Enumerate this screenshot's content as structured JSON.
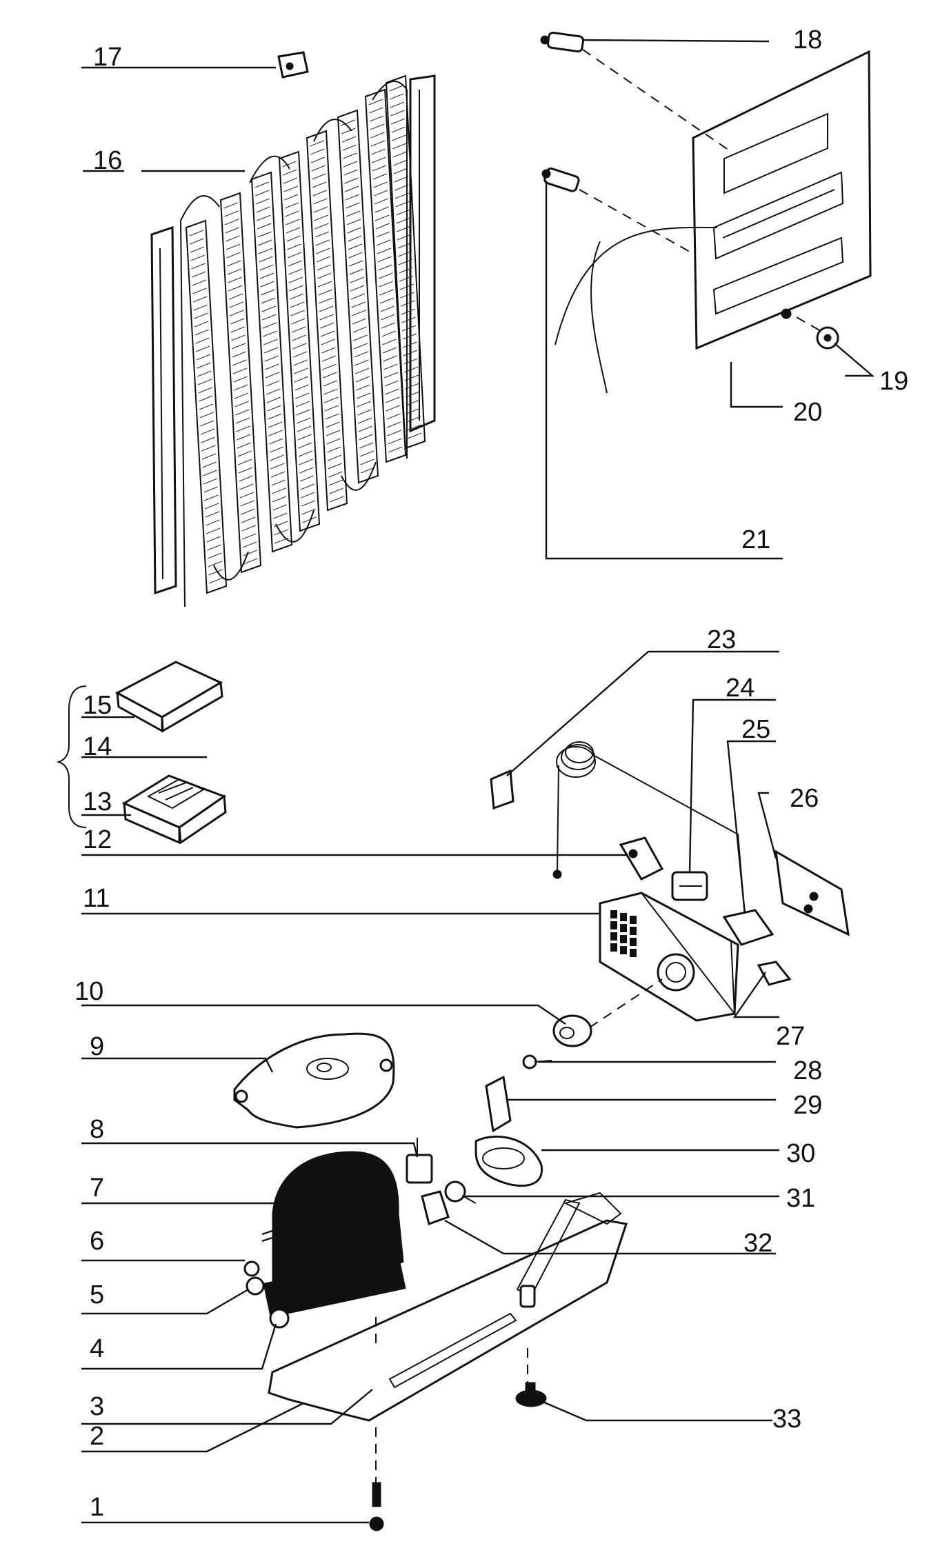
{
  "diagram": {
    "labels": [
      "1",
      "2",
      "3",
      "4",
      "5",
      "6",
      "7",
      "8",
      "9",
      "10",
      "11",
      "12",
      "13",
      "14",
      "15",
      "16",
      "17",
      "18",
      "19",
      "20",
      "21",
      "23",
      "24",
      "25",
      "26",
      "27",
      "28",
      "29",
      "30",
      "31",
      "32",
      "33"
    ]
  }
}
